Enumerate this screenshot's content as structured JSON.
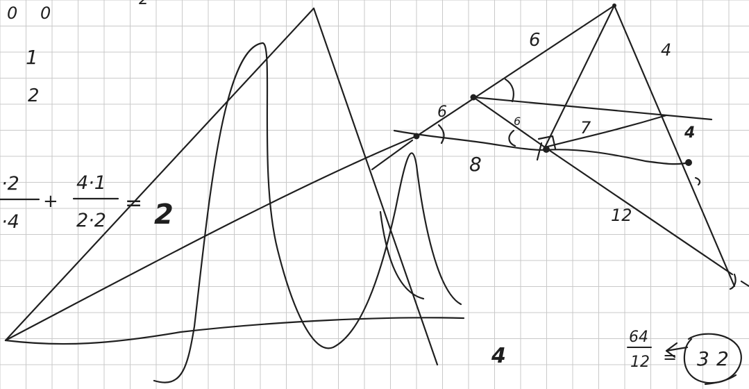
{
  "page": {
    "background": "#ffffff",
    "grid_color": "#c9c9c9",
    "ink_color": "#1f1f1f"
  },
  "top_left": {
    "zero_a": "0",
    "zero_b": "0",
    "one": "1",
    "two": "2",
    "partial": "2"
  },
  "equation": {
    "frac1_num": "·2",
    "frac1_den": "·4",
    "plus": "+",
    "frac2_num": "4·1",
    "frac2_den": "2·2",
    "equals": "=",
    "result": "2"
  },
  "figure_labels": {
    "six_top": "6",
    "four_right": "4",
    "six_small": "6",
    "six_tiny": "6",
    "seven": "7",
    "four_small": "4",
    "eight": "8",
    "twelve": "12"
  },
  "bottom": {
    "four_mid": "4",
    "frac_num": "64",
    "frac_den": "12",
    "equals": "=",
    "result_a": "3",
    "result_b": "2"
  }
}
